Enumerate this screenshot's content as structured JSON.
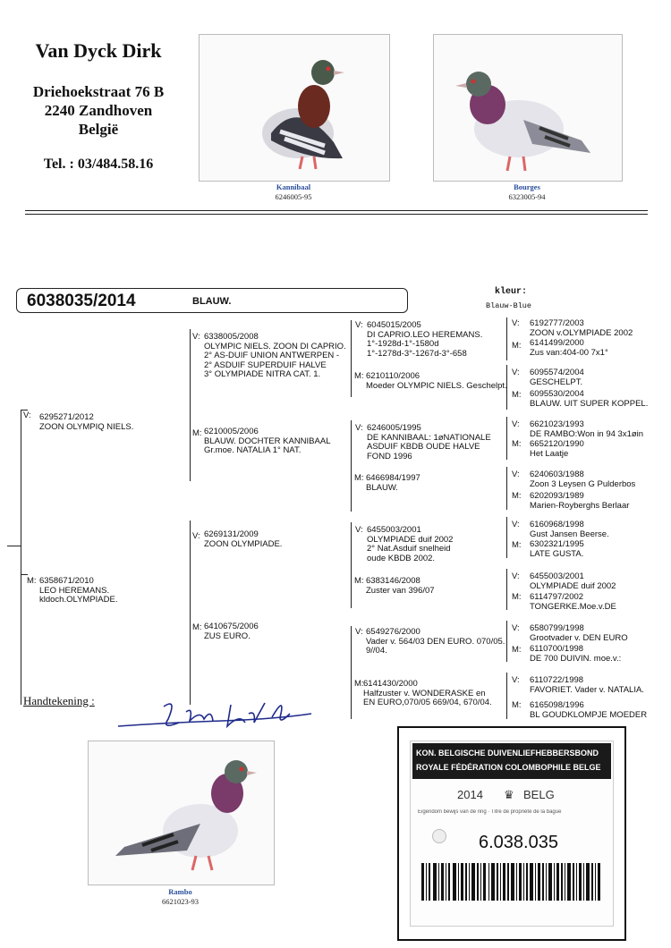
{
  "owner": {
    "name": "Van Dyck Dirk",
    "street": "Driehoekstraat 76 B",
    "city": "2240 Zandhoven",
    "country": "België",
    "phone": "Tel. : 03/484.58.16"
  },
  "top_photos": [
    {
      "name": "Kannibaal",
      "ring": "6246005-95"
    },
    {
      "name": "Bourges",
      "ring": "6323005-94"
    }
  ],
  "pigeon": {
    "ring": "6038035/2014",
    "color": "BLAUW.",
    "kleur_label": "kleur:",
    "kleur_value": "Blauw-Blue"
  },
  "gen1": {
    "sire": {
      "tag": "V:",
      "text": "6295271/2012\nZOON OLYMPIQ NIELS."
    },
    "dam": {
      "tag": "M:",
      "text": "6358671/2010\nLEO HEREMANS.\nkldoch.OLYMPIADE."
    }
  },
  "gen2": [
    {
      "tag": "V:",
      "text": "6338005/2008\nOLYMPIC NIELS. ZOON DI CAPRIO.\n2° AS-DUIF UNION ANTWERPEN -\n2° ASDUIF SUPERDUIF HALVE\n3° OLYMPIADE NITRA CAT. 1."
    },
    {
      "tag": "M:",
      "text": "6210005/2006\nBLAUW. DOCHTER KANNIBAAL\nGr.moe. NATALIA 1° NAT."
    },
    {
      "tag": "V:",
      "text": "6269131/2009\nZOON OLYMPIADE."
    },
    {
      "tag": "M:",
      "text": "6410675/2006\nZUS EURO."
    }
  ],
  "gen3": [
    {
      "tag": "V:",
      "text": "6045015/2005\nDI CAPRIO.LEO HEREMANS.\n1°-1928d-1°-1580d\n1°-1278d-3°-1267d-3°-658"
    },
    {
      "tag": "M:",
      "text": "6210110/2006\nMoeder OLYMPIC NIELS. Geschelpt."
    },
    {
      "tag": "V:",
      "text": "6246005/1995\nDE KANNIBAAL: 1øNATIONALE\nASDUIF KBDB OUDE HALVE\nFOND 1996"
    },
    {
      "tag": "M:",
      "text": "6466984/1997\nBLAUW."
    },
    {
      "tag": "V:",
      "text": "6455003/2001\nOLYMPIADE duif 2002\n2° Nat.Asduif snelheid\noude KBDB 2002."
    },
    {
      "tag": "M:",
      "text": "6383146/2008\nZuster van 396/07"
    },
    {
      "tag": "V:",
      "text": "6549276/2000\nVader v. 564/03 DEN EURO. 070/05.\n9//04."
    },
    {
      "tag": "M:",
      "text": "6141430/2000\nHalfzuster v. WONDERASKE en\nEN EURO,070/05 669/04, 670/04."
    }
  ],
  "gen4": [
    {
      "v": "6192777/2003\nZOON v.OLYMPIADE 2002",
      "m": "6141499/2000\nZus van:404-00 7x1°"
    },
    {
      "v": "6095574/2004\nGESCHELPT.",
      "m": "6095530/2004\nBLAUW. UIT SUPER KOPPEL."
    },
    {
      "v": "6621023/1993\nDE RAMBO:Won in 94 3x1øin",
      "m": "6652120/1990\nHet Laatje"
    },
    {
      "v": "6240603/1988\nZoon 3 Leysen G Pulderbos",
      "m": "6202093/1989\nMarien-Royberghs Berlaar"
    },
    {
      "v": "6160968/1998\nGust Jansen Beerse.",
      "m": "6302321/1995\nLATE GUSTA."
    },
    {
      "v": "6455003/2001\nOLYMPIADE duif 2002",
      "m": "6114797/2002\nTONGERKE.Moe.v.DE"
    },
    {
      "v": "6580799/1998\nGrootvader v. DEN EURO",
      "m": "6110700/1998\nDE 700 DUIVIN. moe.v.:"
    },
    {
      "v": "6110722/1998\nFAVORIET. Vader v. NATALIA.",
      "m": "6165098/1996\nBL GOUDKLOMPJE MOEDER"
    }
  ],
  "signature_label": "Handtekening :",
  "bottom_photo": {
    "name": "Rambo",
    "ring": "6621023-93"
  },
  "ring_card": {
    "line1": "KON. BELGISCHE DUIVENLIEFHEBBERSBOND",
    "line2": "ROYALE FÉDÉRATION COLOMBOPHILE BELGE",
    "year": "2014",
    "country": "BELG",
    "owner_line": "Eigendom bewijs van de ring  ·  Titre de propriété de la bague",
    "number": "6.038.035"
  }
}
